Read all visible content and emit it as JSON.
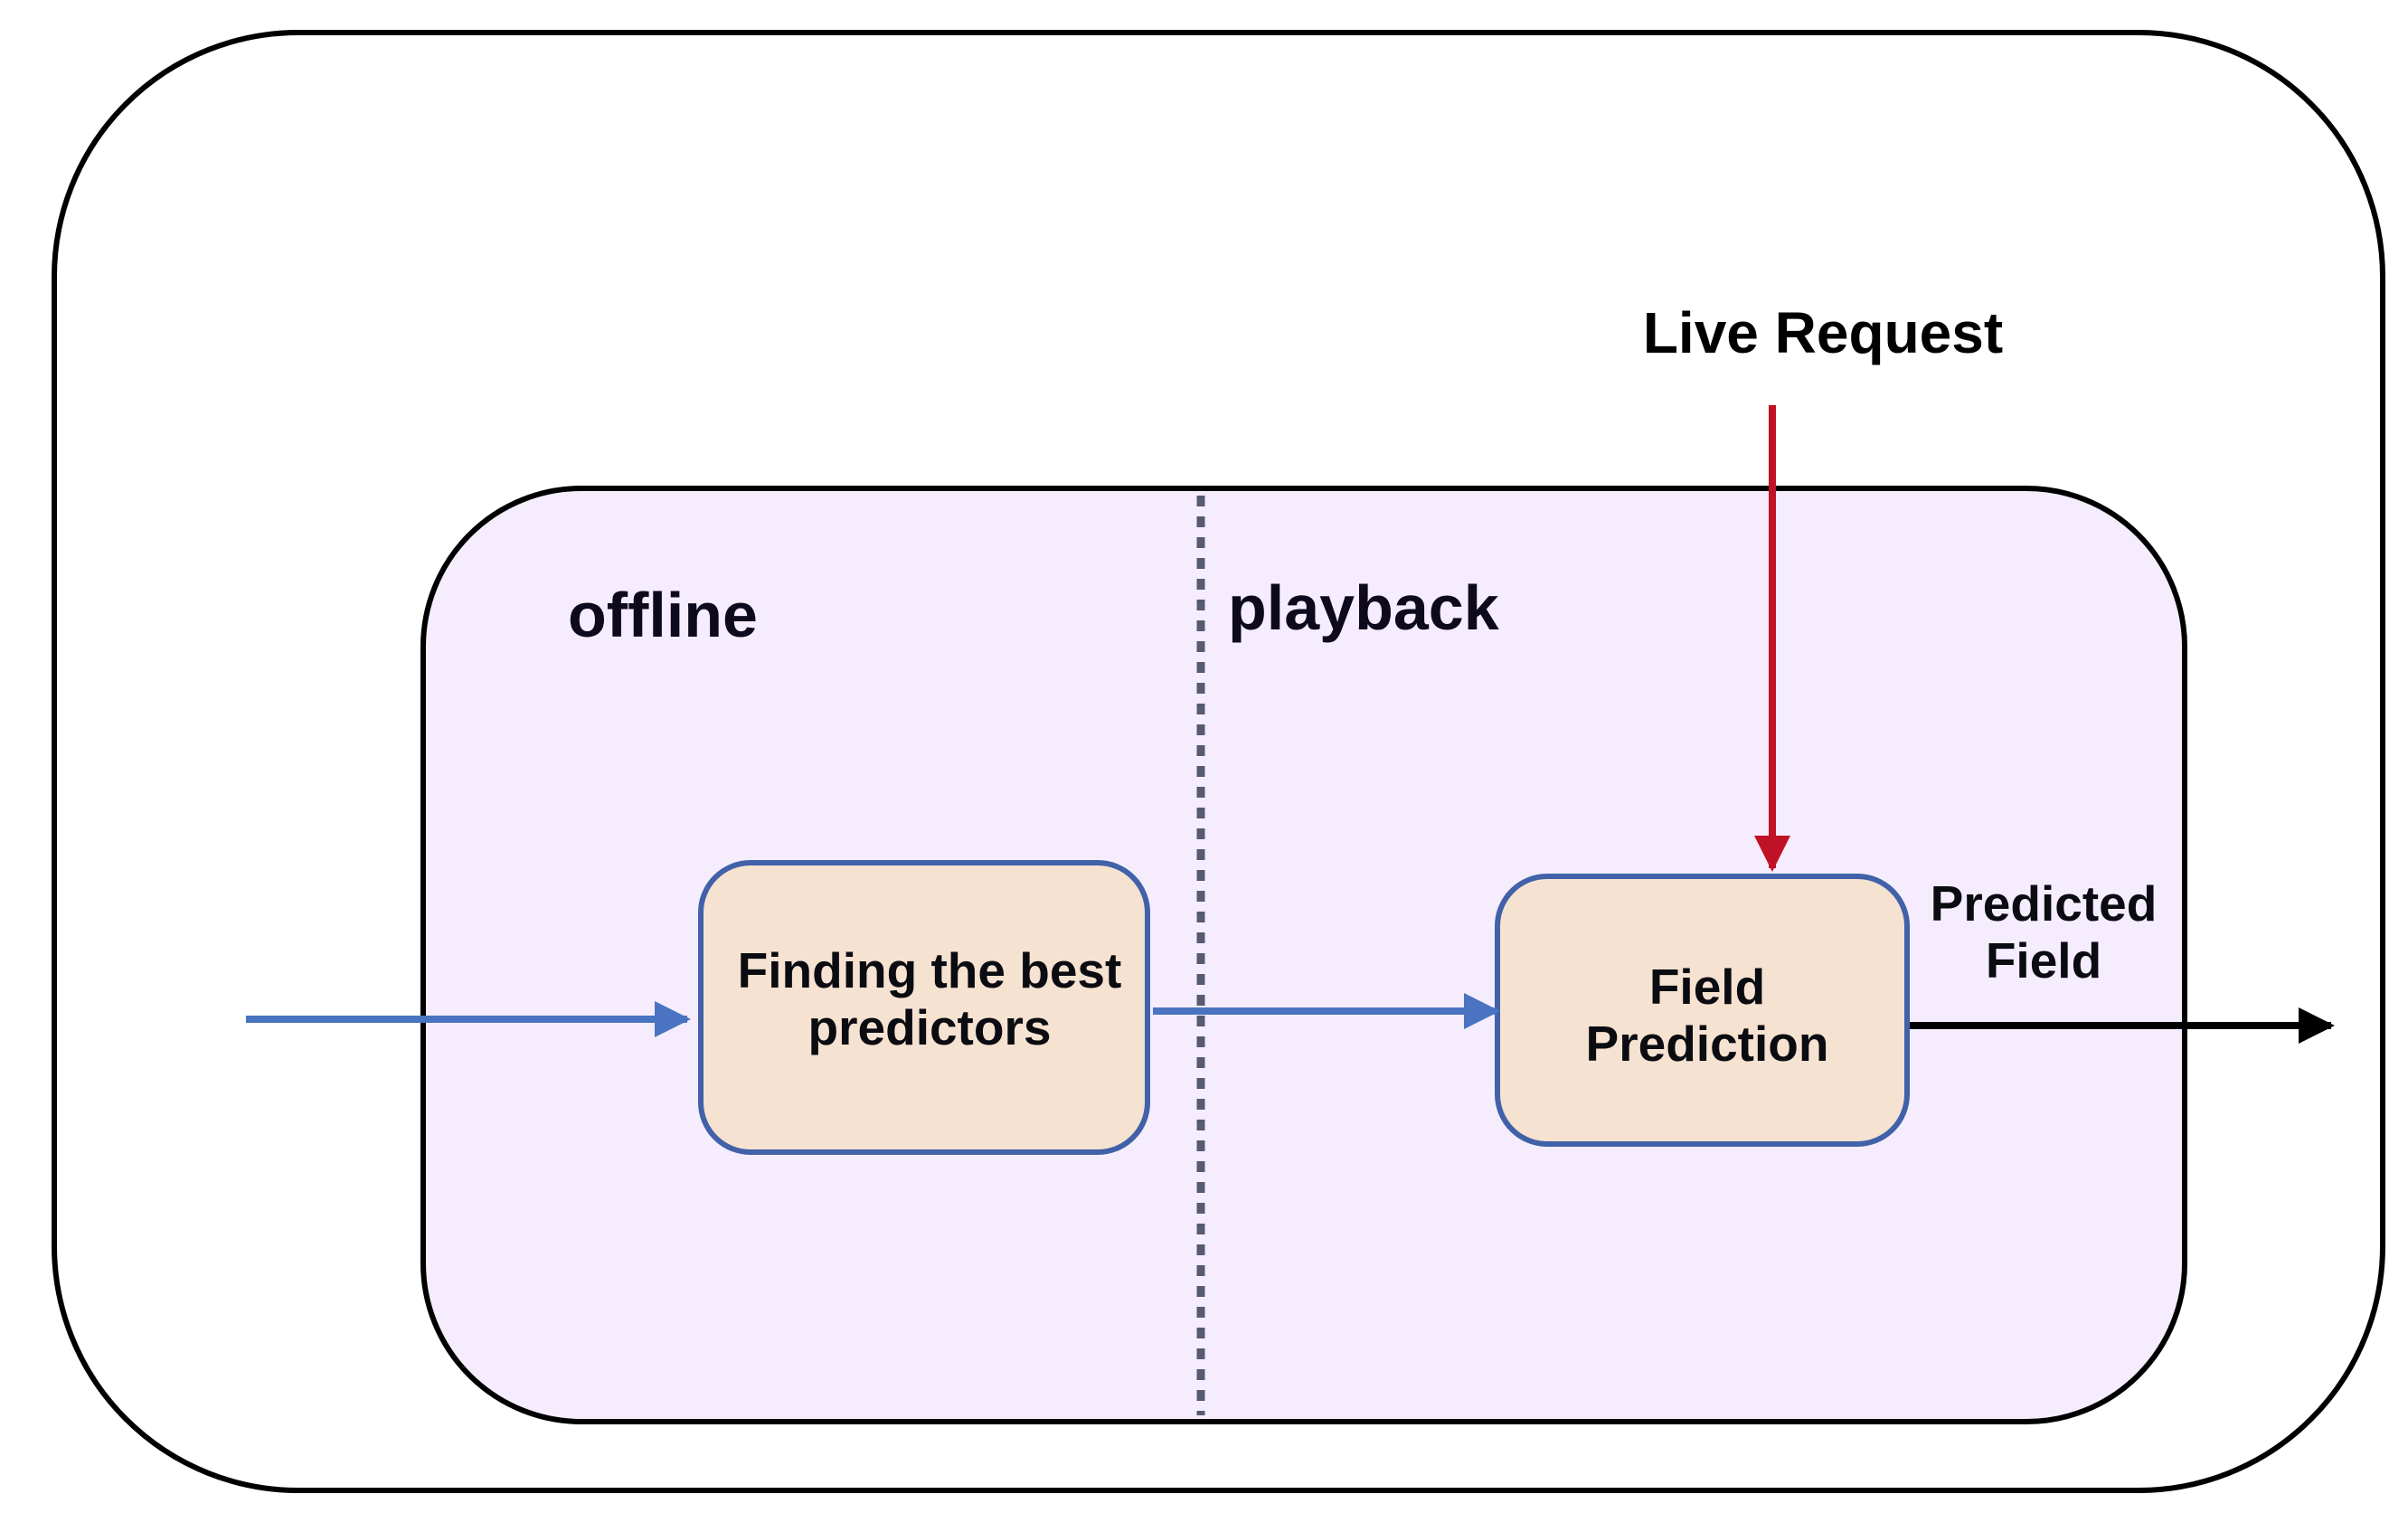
{
  "diagram": {
    "labels": {
      "live_request": "Live Request",
      "offline": "offline",
      "playback": "playback",
      "finding_box_line1": "Finding the best",
      "finding_box_line2": "predictors",
      "field_box_line1": "Field",
      "field_box_line2": "Prediction",
      "output_line1": "Predicted",
      "output_line2": "Field"
    },
    "colors": {
      "outer_border": "#000000",
      "inner_fill": "#f5edfd",
      "inner_border": "#000000",
      "box_fill": "#f6e2d1",
      "box_border": "#4161a8",
      "flow_arrow": "#4a74c2",
      "request_arrow": "#c01226",
      "output_arrow": "#000000",
      "divider": "#565a72"
    }
  }
}
